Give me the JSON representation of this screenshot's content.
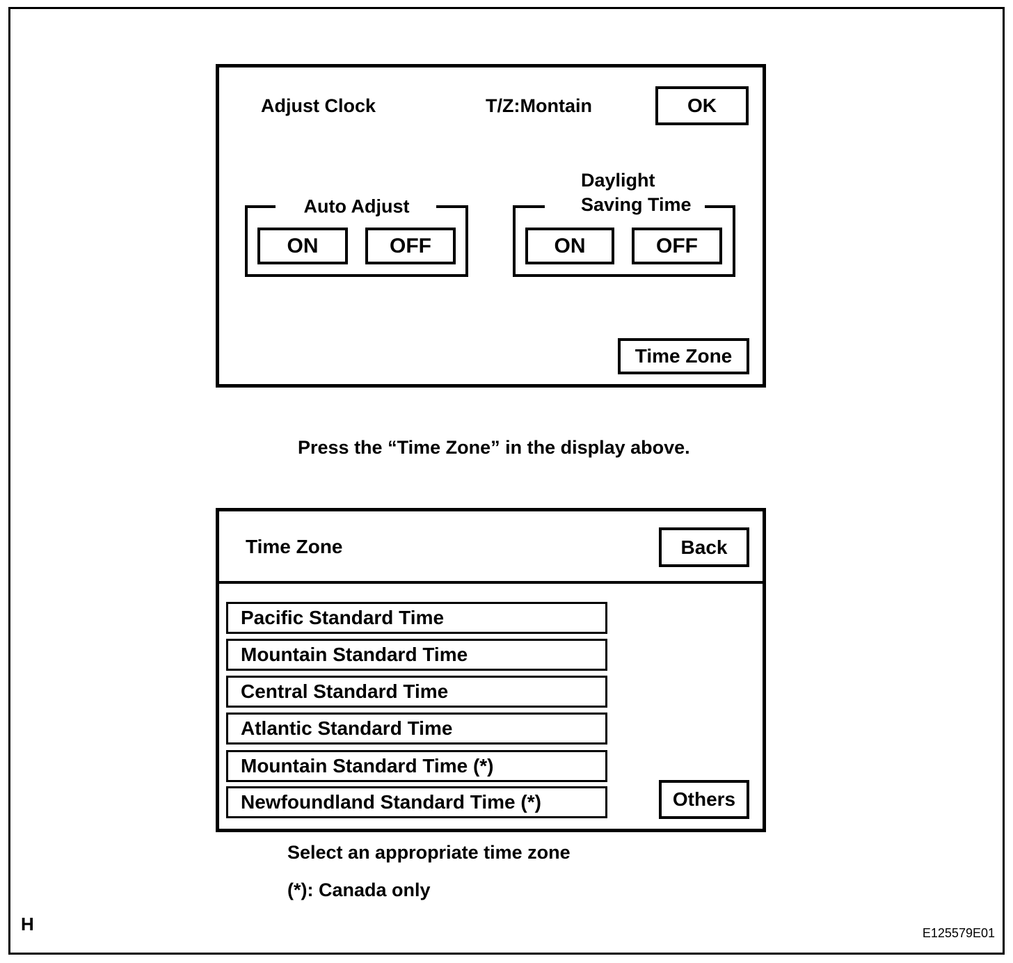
{
  "page": {
    "corner_label": "H",
    "figure_code": "E125579E01",
    "caption_between": "Press the “Time Zone” in the display above.",
    "caption_select": "Select an appropriate time zone",
    "caption_note": "(*): Canada only"
  },
  "adjust_clock_screen": {
    "title": "Adjust Clock",
    "timezone_status": "T/Z:Montain",
    "ok_button": "OK",
    "auto_adjust_group": {
      "label": "Auto Adjust",
      "on_button": "ON",
      "off_button": "OFF"
    },
    "dst_group": {
      "label_line1": "Daylight",
      "label_line2": "Saving Time",
      "on_button": "ON",
      "off_button": "OFF"
    },
    "time_zone_button": "Time Zone"
  },
  "time_zone_screen": {
    "title": "Time Zone",
    "back_button": "Back",
    "zones": [
      "Pacific Standard Time",
      "Mountain Standard Time",
      "Central Standard Time",
      "Atlantic Standard Time",
      "Mountain Standard Time (*)",
      "Newfoundland Standard Time (*)"
    ],
    "others_button": "Others"
  },
  "colors": {
    "ink": "#000000",
    "paper": "#ffffff"
  }
}
